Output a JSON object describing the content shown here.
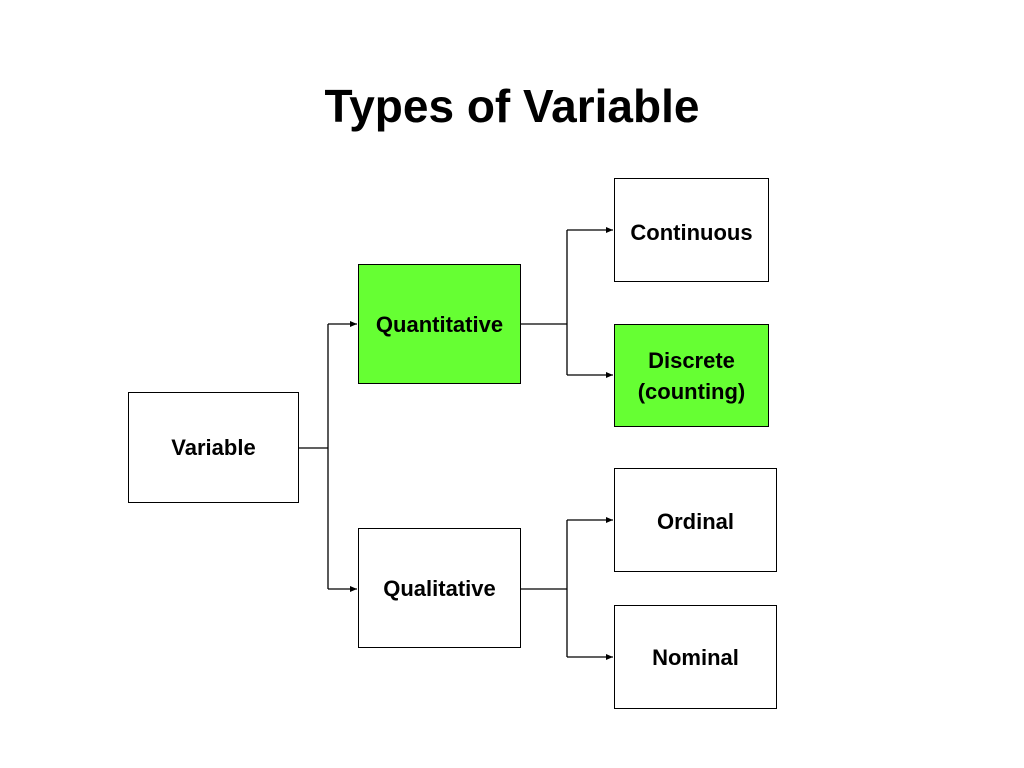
{
  "title": "Types of Variable",
  "nodes": {
    "variable": "Variable",
    "quantitative": "Quantitative",
    "qualitative": "Qualitative",
    "continuous": "Continuous",
    "discrete_line1": "Discrete",
    "discrete_line2": "(counting)",
    "ordinal": "Ordinal",
    "nominal": "Nominal"
  },
  "colors": {
    "highlight": "#66ff33",
    "line": "#000000"
  }
}
